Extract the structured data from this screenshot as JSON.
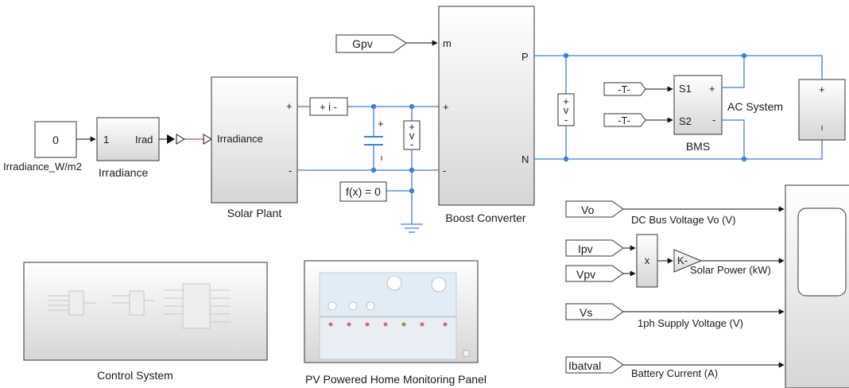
{
  "blocks": {
    "constant": {
      "value": "0",
      "label": "Irradiance_W/m2"
    },
    "irradiance_subsys": {
      "in_port": "1",
      "out_port": "Irad",
      "label": "Irradiance"
    },
    "solar_plant": {
      "in_port": "Irradiance",
      "pos": "+",
      "neg": "-",
      "label": "Solar Plant"
    },
    "current_sensor": {
      "text": "+ i -"
    },
    "capacitor": {
      "plus": "+"
    },
    "voltage_sensor_1": {
      "text_plus": "+",
      "text_v": "v",
      "text_minus": "-"
    },
    "solver_config": {
      "text": "f(x) = 0"
    },
    "goto_gpv": {
      "text": "Gpv"
    },
    "boost_converter": {
      "port_m": "m",
      "port_pos": "+",
      "port_neg": "-",
      "port_p": "P",
      "port_n": "N",
      "label": "Boost Converter"
    },
    "voltage_sensor_2": {
      "text_plus": "+",
      "text_v": "v",
      "text_minus": "-"
    },
    "bms": {
      "label": "BMS",
      "port_s1": "S1",
      "port_s2": "S2",
      "pos": "+",
      "neg": "-",
      "from_1": "-T-",
      "from_2": "-T-"
    },
    "ac_system": {
      "label": "AC System",
      "plus": "+"
    },
    "control_system": {
      "label": "Control System"
    },
    "monitoring_panel": {
      "label": "PV Powered Home  Monitoring Panel"
    },
    "scope_signals": {
      "vo": {
        "tag": "Vo",
        "label": "DC Bus Voltage Vo (V)"
      },
      "ipv": {
        "tag": "Ipv"
      },
      "vpv": {
        "tag": "Vpv"
      },
      "product": {
        "text": "x"
      },
      "gain": {
        "text": "K-",
        "label": "Solar Power (kW)"
      },
      "vs": {
        "tag": "Vs",
        "label": "1ph Supply Voltage (V)"
      },
      "ibatval": {
        "tag": "Ibatval",
        "label": "Battery Current (A)"
      }
    }
  },
  "colors": {
    "physical_wire": "#3d7fd6",
    "signal_wire": "#111111",
    "block_fill_top": "#ffffff",
    "block_fill_bottom": "#d9d9d9"
  }
}
